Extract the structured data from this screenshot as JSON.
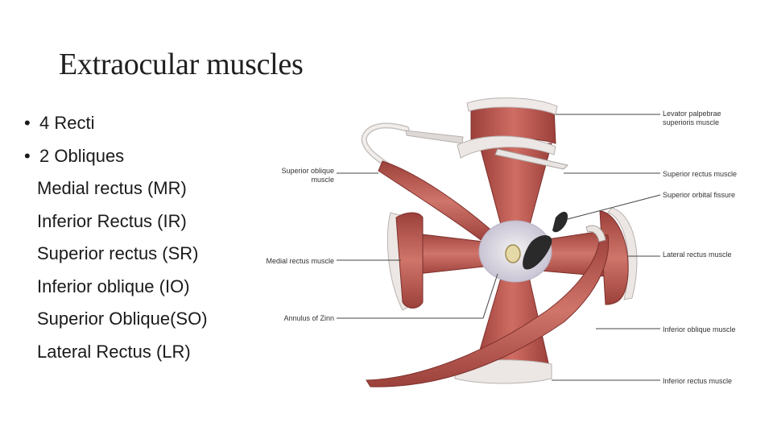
{
  "slide": {
    "title": "Extraocular muscles",
    "bullets": [
      "4 Recti",
      "2 Obliques"
    ],
    "sub_items": [
      "Medial rectus (MR)",
      "Inferior Rectus (IR)",
      "Superior rectus (SR)",
      "Inferior oblique (IO)",
      "Superior Oblique(SO)",
      "Lateral Rectus (LR)"
    ],
    "bullet_char": "•"
  },
  "figure": {
    "labels_right": {
      "levator_line1": "Levator palpebrae",
      "levator_line2": "superioris muscle",
      "superior_rectus": "Superior rectus muscle",
      "superior_orbital_fissure": "Superior orbital fissure",
      "lateral_rectus": "Lateral rectus muscle",
      "inferior_oblique": "Inferior oblique muscle",
      "inferior_rectus": "Inferior rectus muscle"
    },
    "labels_left": {
      "superior_oblique_line1": "Superior oblique",
      "superior_oblique_line2": "muscle",
      "medial_rectus": "Medial rectus muscle",
      "annulus": "Annulus of Zinn"
    },
    "colors": {
      "muscle": "#b9564f",
      "muscle_dark": "#8e3a36",
      "tendon": "#e9e4e1",
      "line": "#444444"
    }
  }
}
